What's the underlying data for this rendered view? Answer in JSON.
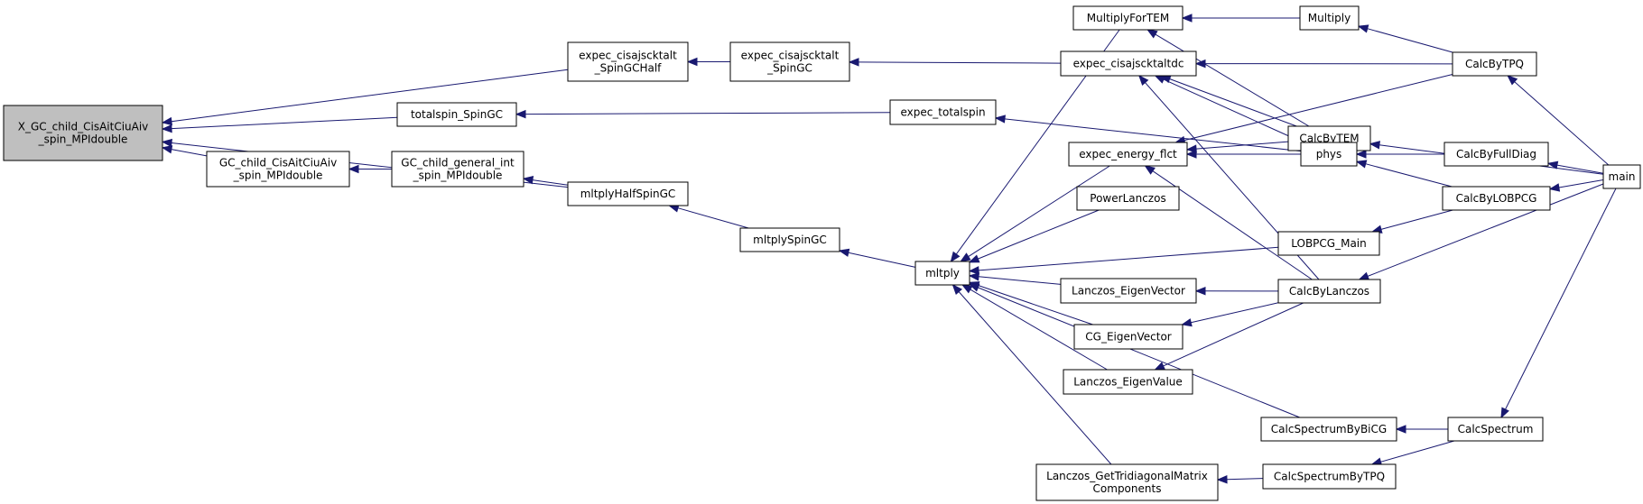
{
  "graph": {
    "root": "X_GC_child_CisAitCiuAiv_spin_MPIdouble",
    "colors": {
      "node_fill": "#ffffff",
      "root_fill": "#bfbfbf",
      "border": "#000000",
      "edge": "#191970"
    },
    "nodes": [
      {
        "id": "X_GC_child_CisAitCiuAiv_spin_MPIdouble",
        "lines": [
          "X_GC_child_CisAitCiuAiv",
          "_spin_MPIdouble"
        ]
      },
      {
        "id": "expec_cisajscktalt_SpinGCHalf",
        "lines": [
          "expec_cisajscktalt",
          "_SpinGCHalf"
        ]
      },
      {
        "id": "expec_cisajscktalt_SpinGC",
        "lines": [
          "expec_cisajscktalt",
          "_SpinGC"
        ]
      },
      {
        "id": "totalspin_SpinGC",
        "lines": [
          "totalspin_SpinGC"
        ]
      },
      {
        "id": "GC_child_CisAitCiuAiv_spin_MPIdouble",
        "lines": [
          "GC_child_CisAitCiuAiv",
          "_spin_MPIdouble"
        ]
      },
      {
        "id": "GC_child_general_int_spin_MPIdouble",
        "lines": [
          "GC_child_general_int",
          "_spin_MPIdouble"
        ]
      },
      {
        "id": "mltplyHalfSpinGC",
        "lines": [
          "mltplyHalfSpinGC"
        ]
      },
      {
        "id": "mltplySpinGC",
        "lines": [
          "mltplySpinGC"
        ]
      },
      {
        "id": "mltply",
        "lines": [
          "mltply"
        ]
      },
      {
        "id": "expec_totalspin",
        "lines": [
          "expec_totalspin"
        ]
      },
      {
        "id": "MultiplyForTEM",
        "lines": [
          "MultiplyForTEM"
        ]
      },
      {
        "id": "expec_cisajscktaltdc",
        "lines": [
          "expec_cisajscktaltdc"
        ]
      },
      {
        "id": "expec_energy_flct",
        "lines": [
          "expec_energy_flct"
        ]
      },
      {
        "id": "PowerLanczos",
        "lines": [
          "PowerLanczos"
        ]
      },
      {
        "id": "LOBPCG_Main",
        "lines": [
          "LOBPCG_Main"
        ]
      },
      {
        "id": "Lanczos_EigenVector",
        "lines": [
          "Lanczos_EigenVector"
        ]
      },
      {
        "id": "CG_EigenVector",
        "lines": [
          "CG_EigenVector"
        ]
      },
      {
        "id": "Lanczos_EigenValue",
        "lines": [
          "Lanczos_EigenValue"
        ]
      },
      {
        "id": "CalcSpectrumByBiCG",
        "lines": [
          "CalcSpectrumByBiCG"
        ]
      },
      {
        "id": "Lanczos_GetTridiagonalMatrixComponents",
        "lines": [
          "Lanczos_GetTridiagonalMatrix",
          "Components"
        ]
      },
      {
        "id": "Multiply",
        "lines": [
          "Multiply"
        ]
      },
      {
        "id": "CalcByTEM",
        "lines": [
          "CalcByTEM"
        ]
      },
      {
        "id": "phys",
        "lines": [
          "phys"
        ]
      },
      {
        "id": "CalcByLanczos",
        "lines": [
          "CalcByLanczos"
        ]
      },
      {
        "id": "CalcSpectrumByTPQ",
        "lines": [
          "CalcSpectrumByTPQ"
        ]
      },
      {
        "id": "CalcByTPQ",
        "lines": [
          "CalcByTPQ"
        ]
      },
      {
        "id": "CalcByFullDiag",
        "lines": [
          "CalcByFullDiag"
        ]
      },
      {
        "id": "CalcByLOBPCG",
        "lines": [
          "CalcByLOBPCG"
        ]
      },
      {
        "id": "CalcSpectrum",
        "lines": [
          "CalcSpectrum"
        ]
      },
      {
        "id": "main",
        "lines": [
          "main"
        ]
      }
    ],
    "edges": [
      {
        "from": "X_GC_child_CisAitCiuAiv_spin_MPIdouble",
        "to": "expec_cisajscktalt_SpinGCHalf"
      },
      {
        "from": "X_GC_child_CisAitCiuAiv_spin_MPIdouble",
        "to": "totalspin_SpinGC"
      },
      {
        "from": "X_GC_child_CisAitCiuAiv_spin_MPIdouble",
        "to": "GC_child_CisAitCiuAiv_spin_MPIdouble"
      },
      {
        "from": "X_GC_child_CisAitCiuAiv_spin_MPIdouble",
        "to": "mltplyHalfSpinGC"
      },
      {
        "from": "expec_cisajscktalt_SpinGCHalf",
        "to": "expec_cisajscktalt_SpinGC"
      },
      {
        "from": "expec_cisajscktalt_SpinGC",
        "to": "expec_cisajscktaltdc"
      },
      {
        "from": "totalspin_SpinGC",
        "to": "expec_totalspin"
      },
      {
        "from": "GC_child_CisAitCiuAiv_spin_MPIdouble",
        "to": "GC_child_general_int_spin_MPIdouble"
      },
      {
        "from": "GC_child_general_int_spin_MPIdouble",
        "to": "mltplyHalfSpinGC"
      },
      {
        "from": "mltplyHalfSpinGC",
        "to": "mltplySpinGC"
      },
      {
        "from": "mltplySpinGC",
        "to": "mltply"
      },
      {
        "from": "mltply",
        "to": "MultiplyForTEM"
      },
      {
        "from": "mltply",
        "to": "expec_energy_flct"
      },
      {
        "from": "mltply",
        "to": "PowerLanczos"
      },
      {
        "from": "mltply",
        "to": "LOBPCG_Main"
      },
      {
        "from": "mltply",
        "to": "Lanczos_EigenVector"
      },
      {
        "from": "mltply",
        "to": "CG_EigenVector"
      },
      {
        "from": "mltply",
        "to": "Lanczos_EigenValue"
      },
      {
        "from": "mltply",
        "to": "CalcSpectrumByBiCG"
      },
      {
        "from": "mltply",
        "to": "Lanczos_GetTridiagonalMatrixComponents"
      },
      {
        "from": "expec_totalspin",
        "to": "phys"
      },
      {
        "from": "MultiplyForTEM",
        "to": "Multiply"
      },
      {
        "from": "MultiplyForTEM",
        "to": "CalcByTEM"
      },
      {
        "from": "Multiply",
        "to": "CalcByTPQ"
      },
      {
        "from": "expec_cisajscktaltdc",
        "to": "CalcByTPQ"
      },
      {
        "from": "expec_cisajscktaltdc",
        "to": "CalcByTEM"
      },
      {
        "from": "expec_cisajscktaltdc",
        "to": "phys"
      },
      {
        "from": "expec_cisajscktaltdc",
        "to": "CalcByLanczos"
      },
      {
        "from": "expec_energy_flct",
        "to": "CalcByTEM"
      },
      {
        "from": "expec_energy_flct",
        "to": "phys"
      },
      {
        "from": "expec_energy_flct",
        "to": "CalcByTPQ"
      },
      {
        "from": "expec_energy_flct",
        "to": "CalcByLanczos"
      },
      {
        "from": "phys",
        "to": "CalcByFullDiag"
      },
      {
        "from": "phys",
        "to": "CalcByLOBPCG"
      },
      {
        "from": "CalcByTEM",
        "to": "main"
      },
      {
        "from": "CalcByTPQ",
        "to": "main"
      },
      {
        "from": "CalcByFullDiag",
        "to": "main"
      },
      {
        "from": "CalcByLOBPCG",
        "to": "main"
      },
      {
        "from": "LOBPCG_Main",
        "to": "CalcByLOBPCG"
      },
      {
        "from": "Lanczos_EigenVector",
        "to": "CalcByLanczos"
      },
      {
        "from": "CG_EigenVector",
        "to": "CalcByLanczos"
      },
      {
        "from": "Lanczos_EigenValue",
        "to": "CalcByLanczos"
      },
      {
        "from": "CalcByLanczos",
        "to": "main"
      },
      {
        "from": "CalcSpectrumByBiCG",
        "to": "CalcSpectrum"
      },
      {
        "from": "Lanczos_GetTridiagonalMatrixComponents",
        "to": "CalcSpectrumByTPQ"
      },
      {
        "from": "CalcSpectrumByTPQ",
        "to": "CalcSpectrum"
      },
      {
        "from": "CalcSpectrum",
        "to": "main"
      }
    ]
  }
}
